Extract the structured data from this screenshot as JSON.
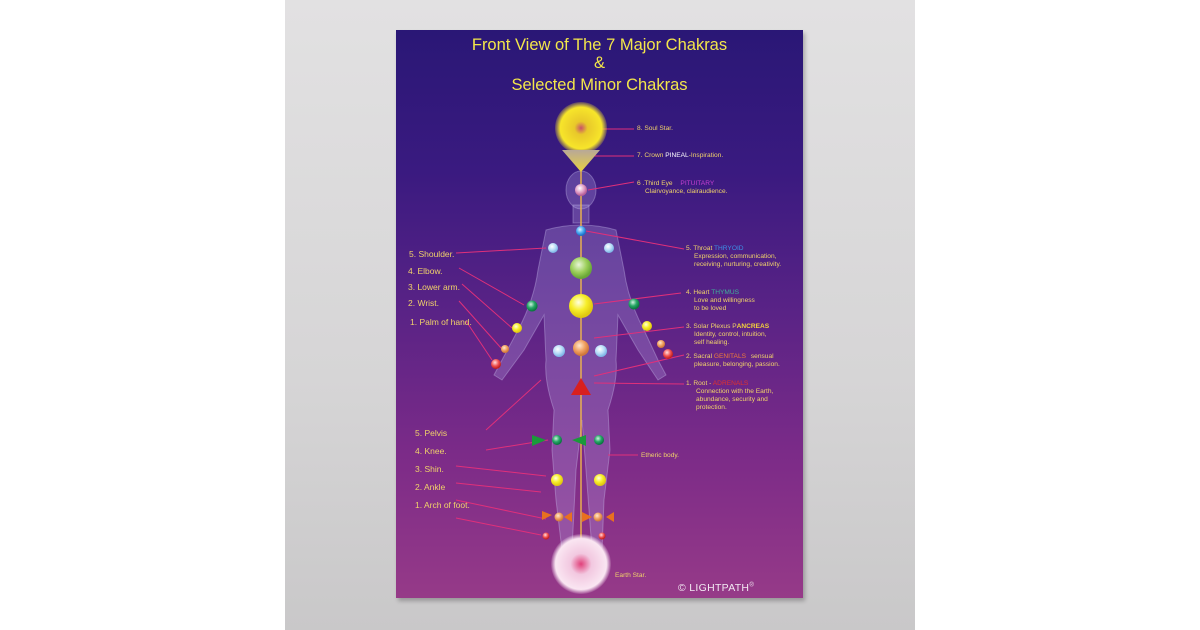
{
  "poster": {
    "title_line1": "Front View of The 7 Major Chakras",
    "title_line2": "&",
    "title_line3": "Selected Minor Chakras",
    "copyright": "© LIGHTPATH",
    "registered_mark": "®"
  },
  "major_chakras": [
    {
      "number": "8.",
      "name": "Soul Star.",
      "gland": "",
      "description": ""
    },
    {
      "number": "7.",
      "name": "Crown",
      "gland": "PINEAL",
      "gland_color": "#ffffff",
      "description": "-Inspiration."
    },
    {
      "number": "6",
      "name": ".Third Eye",
      "gland": "PITUITARY",
      "gland_color": "#c43fd0",
      "description": "Clairvoyance, clairaudience."
    },
    {
      "number": "5.",
      "name": "Throat",
      "gland": "THRYOID",
      "gland_color": "#3e8fe6",
      "description_line1": "Expression, communication,",
      "description_line2": "receiving, nurturing, creativity."
    },
    {
      "number": "4.",
      "name": "Heart",
      "gland": "THYMUS",
      "gland_color": "#3fb39a",
      "description_line1": "Love and willingness",
      "description_line2": "to be loved"
    },
    {
      "number": "3.",
      "name": "Solar Plexus P",
      "gland": "ANCREAS",
      "gland_color": "#f3d23a",
      "description_line1": "Identity, control, intuition,",
      "description_line2": "self healing."
    },
    {
      "number": "2.",
      "name": "Sacral",
      "gland": "GENITALS",
      "gland_color": "#f07a3a",
      "description_line0": "sensual",
      "description_line1": "pleasure, belonging, passion."
    },
    {
      "number": "1.",
      "name": "Root -",
      "gland": "ADRENALS",
      "gland_color": "#e0322e",
      "description_line1": "Connection with the Earth,",
      "description_line2": "abundance, security and",
      "description_line3": "protection."
    }
  ],
  "arm_chakras": [
    "5. Shoulder.",
    "4. Elbow.",
    "3. Lower arm.",
    "2. Wrist.",
    "1. Palm of hand."
  ],
  "leg_chakras": [
    "5. Pelvis",
    "4. Knee.",
    "3. Shin.",
    "2. Ankle",
    "1. Arch of foot."
  ],
  "other_labels": {
    "etheric_body": "Etheric body.",
    "earth_star": "Earth Star."
  },
  "colors": {
    "title": "#f3e64a",
    "label": "#f1d36a",
    "pointer_line": "#e0307a",
    "central_channel": "#f0b84a"
  }
}
